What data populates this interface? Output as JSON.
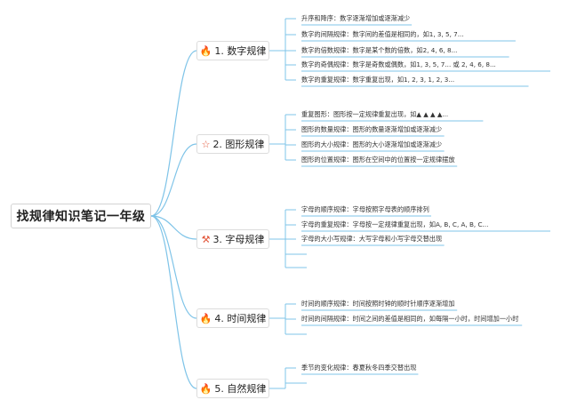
{
  "root": {
    "title": "找规律知识笔记一年级"
  },
  "branches": [
    {
      "icon": "fire-icon",
      "glyph": "🔥",
      "color": "#e2573b",
      "label": "1. 数字规律",
      "items": [
        "升序和降序：数字逐渐增加或逐渐减少",
        "数字的间隔规律：数字间的差值是相同的，如1, 3, 5, 7...",
        "数字的倍数规律：数字是某个数的倍数，如2, 4, 6, 8...",
        "数字的奇偶规律：数字是奇数或偶数，如1, 3, 5, 7... 或 2, 4, 6, 8...",
        "数字的重复规律：数字重复出现，如1, 2, 3, 1, 2, 3..."
      ]
    },
    {
      "icon": "star-outline-icon",
      "glyph": "☆",
      "color": "#e2573b",
      "label": "2. 图形规律",
      "items": [
        "重复图形：图形按一定规律重复出现，如▲ ▲ ▲ ▲...",
        "图形的数量规律：图形的数量逐渐增加或逐渐减少",
        "图形的大小规律：图形的大小逐渐增加或逐渐减少",
        "图形的位置规律：图形在空间中的位置按一定规律摆放"
      ]
    },
    {
      "icon": "crossed-tools-icon",
      "glyph": "⚒",
      "color": "#e2573b",
      "label": "3. 字母规律",
      "items": [
        "字母的顺序规律：字母按照字母表的顺序排列",
        "字母的重复规律：字母按一定规律重复出现，如A, B, C, A, B, C...",
        "字母的大小写规律：大写字母和小写字母交替出现",
        "",
        ""
      ]
    },
    {
      "icon": "blue-fire-icon",
      "glyph": "🔥",
      "color": "#2f7fd6",
      "label": "4. 时间规律",
      "items": [
        "时间的顺序规律：时间按照时钟的顺时针顺序逐渐增加",
        "时间的间隔规律：时间之间的差值是相同的，如每隔一小时，时间增加一小时",
        ""
      ]
    },
    {
      "icon": "blue-fire-icon",
      "glyph": "🔥",
      "color": "#2f7fd6",
      "label": "5. 自然规律",
      "items": [
        "季节的变化规律：春夏秋冬四季交替出现",
        ""
      ]
    }
  ],
  "style": {
    "line_color": "#7fc4e8"
  }
}
